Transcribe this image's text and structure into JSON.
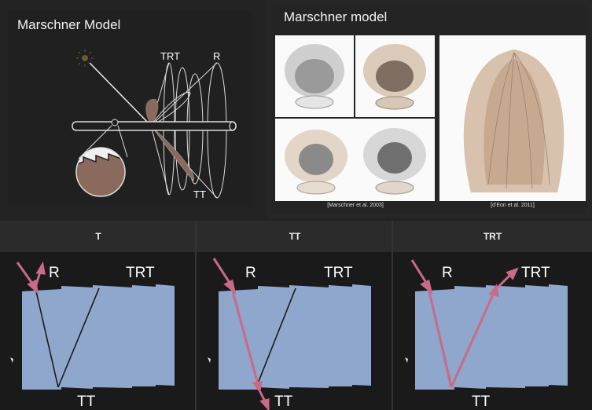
{
  "left_panel": {
    "title": "Marschner Model",
    "labels": {
      "trt": "TRT",
      "r": "R",
      "tt": "TT"
    }
  },
  "right_panel": {
    "title": "Marschner model",
    "captions": {
      "left": "[Marschner et al. 2003]",
      "right": "[d'Eon et al. 2011]"
    }
  },
  "bottom": {
    "columns": [
      {
        "header": "T",
        "labels": {
          "r": "R",
          "trt": "TRT",
          "tt": "TT"
        }
      },
      {
        "header": "TT",
        "labels": {
          "r": "R",
          "trt": "TRT",
          "tt": "TT"
        }
      },
      {
        "header": "TRT",
        "labels": {
          "r": "R",
          "trt": "TRT",
          "tt": "TT"
        }
      }
    ]
  },
  "colors": {
    "fiber": "#8fa7cc",
    "arrow": "#c96a88",
    "lobe": "#8a6a5c",
    "background": "#1a1a1a"
  }
}
